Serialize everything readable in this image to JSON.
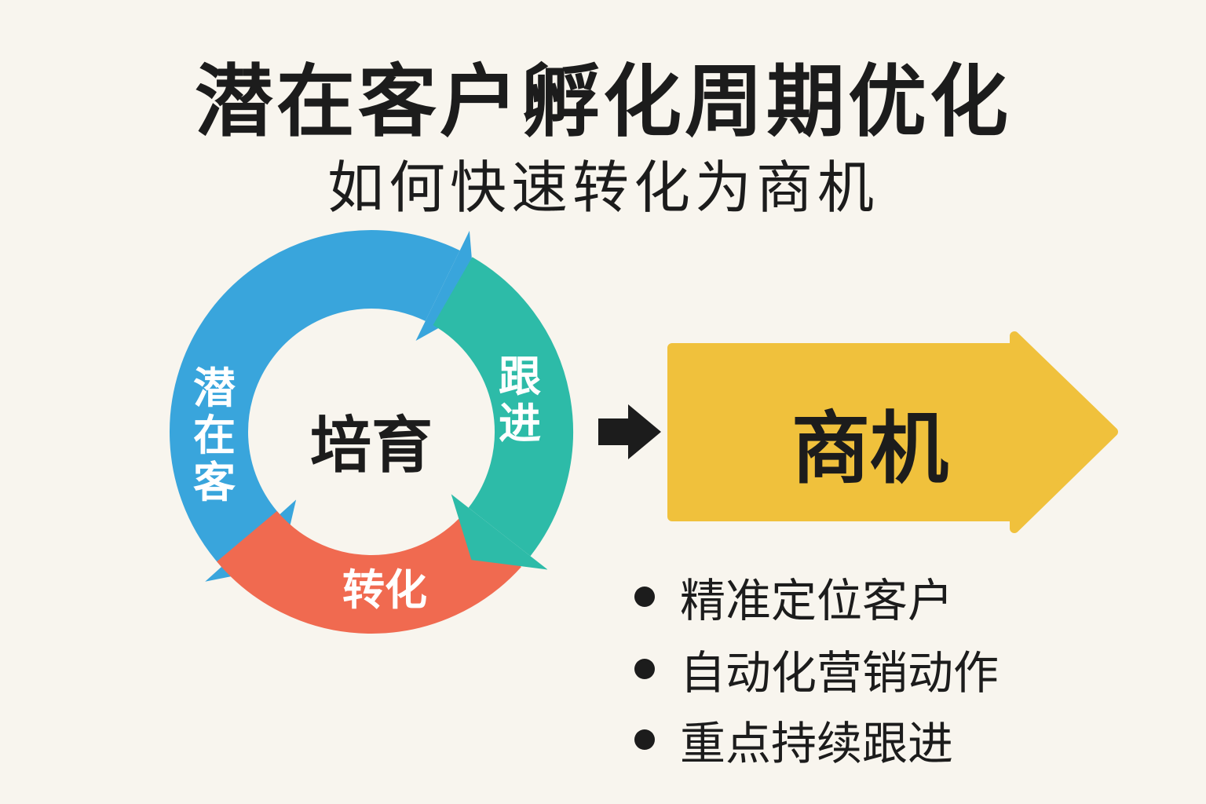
{
  "title": "潜在客户孵化周期优化",
  "subtitle": "如何快速转化为商机",
  "cycle": {
    "center": "培育",
    "segments": [
      {
        "label": "潜在客",
        "color": "#39a5dc"
      },
      {
        "label": "跟进",
        "color": "#2dbba8"
      },
      {
        "label": "转化",
        "color": "#f06a50"
      }
    ]
  },
  "target": {
    "label": "商机",
    "color": "#f0c13c"
  },
  "bullets": [
    "精准定位客户",
    "自动化营销动作",
    "重点持续跟进"
  ]
}
